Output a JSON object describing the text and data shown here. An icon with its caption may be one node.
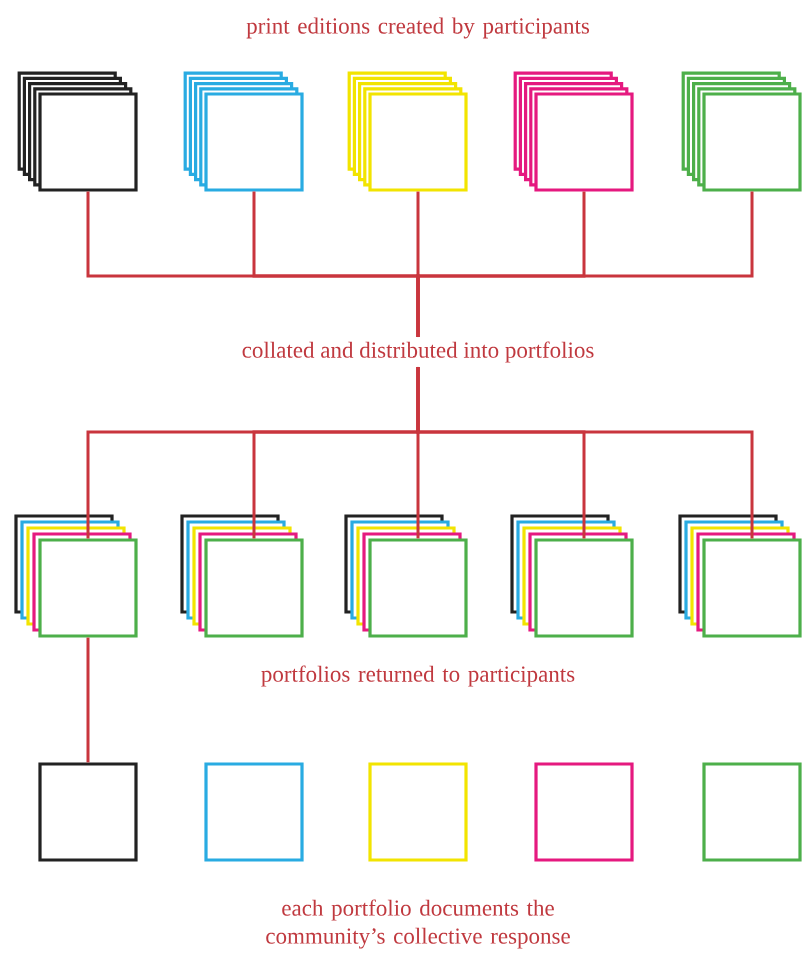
{
  "diagram": {
    "nodes": [
      {
        "text": [],
        "shape": "box"
      },
      {
        "text": [],
        "shape": "box"
      },
      {
        "text": [],
        "shape": "box"
      },
      {
        "text": [],
        "shape": "box"
      },
      {
        "text": [],
        "shape": "box"
      },
      {
        "text": [
          "collated and distributed into portfolios"
        ]
      },
      {
        "text": [],
        "shape": "box"
      },
      {
        "text": [],
        "shape": "box"
      },
      {
        "text": [],
        "shape": "box"
      },
      {
        "text": [],
        "shape": "box"
      },
      {
        "text": [],
        "shape": "box"
      },
      {
        "text": [],
        "shape": "box"
      },
      {
        "text": [],
        "shape": "box"
      },
      {
        "text": [],
        "shape": "box"
      },
      {
        "text": [],
        "shape": "box"
      },
      {
        "text": [],
        "shape": "box"
      }
    ],
    "edges": [
      {
        "from": 0,
        "to": 5,
        "arrow": "none"
      },
      {
        "from": 1,
        "to": 5,
        "arrow": "none"
      },
      {
        "from": 2,
        "to": 5,
        "arrow": "none"
      },
      {
        "from": 3,
        "to": 5,
        "arrow": "none"
      },
      {
        "from": 4,
        "to": 5,
        "arrow": "none"
      },
      {
        "from": 5,
        "to": 6,
        "arrow": "none"
      },
      {
        "from": 5,
        "to": 7,
        "arrow": "none"
      },
      {
        "from": 5,
        "to": 8,
        "arrow": "none"
      },
      {
        "from": 5,
        "to": 9,
        "arrow": "none"
      },
      {
        "from": 5,
        "to": 10,
        "arrow": "none"
      },
      {
        "from": 6,
        "to": 11,
        "arrow": "none"
      }
    ],
    "labels": [
      "print editions created by participants",
      "portfolios returned to participants",
      "each portfolio documents the community’s collective response"
    ]
  }
}
